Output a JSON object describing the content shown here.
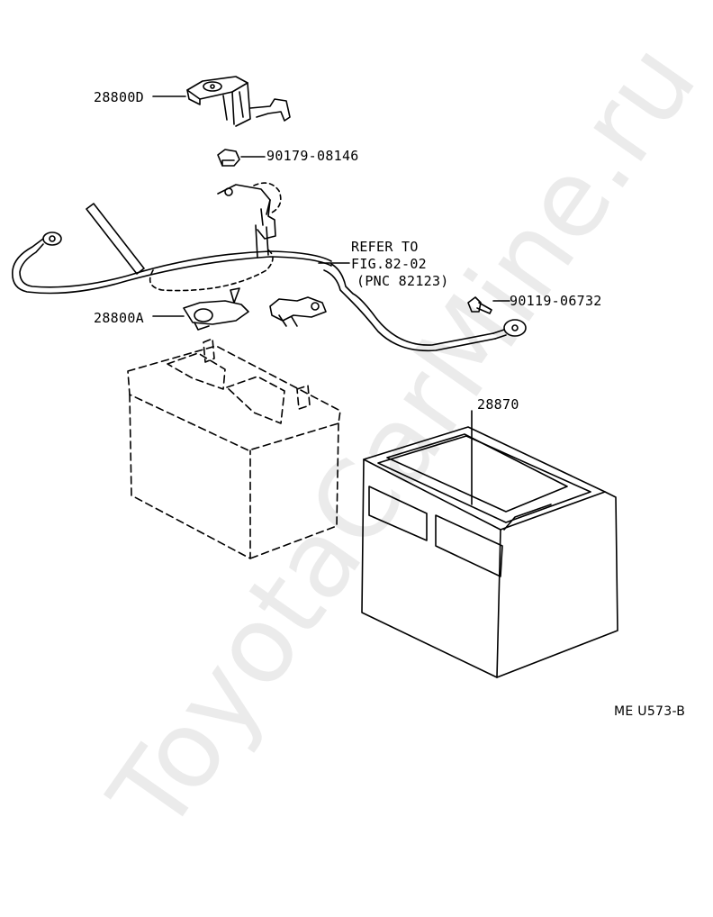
{
  "labels": {
    "p28800d": "28800D",
    "p90179": "90179-08146",
    "refer_1": "REFER TO",
    "refer_2": "FIG.82-02",
    "refer_3": "(PNC 82123)",
    "p90119": "90119-06732",
    "p28800a": "28800A",
    "p28870": "28870",
    "figure_id": "ME U573-B"
  },
  "watermark": "ToyotaCarMine.ru"
}
